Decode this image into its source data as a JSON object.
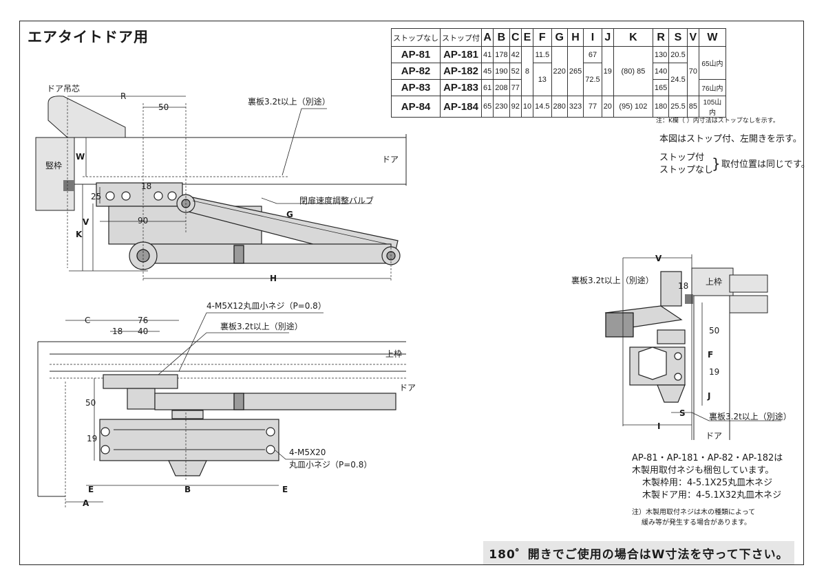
{
  "title": "エアタイトドア用",
  "table": {
    "headers": [
      "ストップなし",
      "ストップ付",
      "A",
      "B",
      "C",
      "E",
      "F",
      "G",
      "H",
      "I",
      "J",
      "K",
      "R",
      "S",
      "V",
      "W"
    ],
    "rows": [
      {
        "n": "AP-81",
        "s": "AP-181",
        "A": "41",
        "B": "178",
        "C": "42",
        "F": "11.5",
        "I": "67",
        "R": "130",
        "S": "20.5"
      },
      {
        "n": "AP-82",
        "s": "AP-182",
        "A": "45",
        "B": "190",
        "C": "52",
        "R": "140"
      },
      {
        "n": "AP-83",
        "s": "AP-183",
        "A": "61",
        "B": "208",
        "C": "77",
        "R": "165",
        "W": "76山内"
      },
      {
        "n": "AP-84",
        "s": "AP-184",
        "A": "65",
        "B": "230",
        "C": "92",
        "E": "10",
        "F": "14.5",
        "G": "280",
        "H": "323",
        "I": "77",
        "J": "20",
        "K": "(95) 102",
        "R": "180",
        "S": "25.5",
        "V": "85",
        "W": "105山内"
      }
    ],
    "merged": {
      "E_123": "8",
      "F_23": "13",
      "G_123": "220",
      "H_123": "265",
      "I_23": "72.5",
      "J_123": "19",
      "K_123": "(80) 85",
      "S_23": "24.5",
      "V_123": "70",
      "W_12": "65山内"
    }
  },
  "notes": {
    "k_note": "注：K欄（ ）内寸法はストップなしを示す。",
    "figure_note": "本図はストップ付、左開きを示す。",
    "stop_with": "ストップ付",
    "stop_without": "ストップなし",
    "same_position": "取付位置は同じです。",
    "screws_title": "AP-81・AP-181・AP-82・AP-182は",
    "screws_line2": "木製用取付ネジも梱包しています。",
    "screws_line3": "木製枠用：4-5.1X25丸皿木ネジ",
    "screws_line4": "木製ドア用：4-5.1X32丸皿木ネジ",
    "caution1": "注）木製用取付ネジは木の種類によって",
    "caution2": "緩み等が発生する場合があります。",
    "bottom": "180゜開きでご使用の場合はW寸法を守って下さい。"
  },
  "labels": {
    "door_center": "ドア吊芯",
    "frame_v": "竪枠",
    "door": "ドア",
    "top_frame": "上枠",
    "backing": "裏板3.2t以上（別途）",
    "valve": "閉扉速度調整バルブ",
    "screw_top": "4-M5X12丸皿小ネジ（P=0.8）",
    "screw_bot1": "4-M5X20",
    "screw_bot2": "丸皿小ネジ（P=0.8）",
    "R": "R",
    "W": "W",
    "V": "V",
    "K": "K",
    "G": "G",
    "H": "H",
    "A": "A",
    "B": "B",
    "C": "C",
    "E": "E",
    "F": "F",
    "I": "I",
    "S": "S",
    "J": "J",
    "d50": "50",
    "d90": "90",
    "d18": "18",
    "d25": "25",
    "d76": "76",
    "d40": "40",
    "d19": "19"
  }
}
